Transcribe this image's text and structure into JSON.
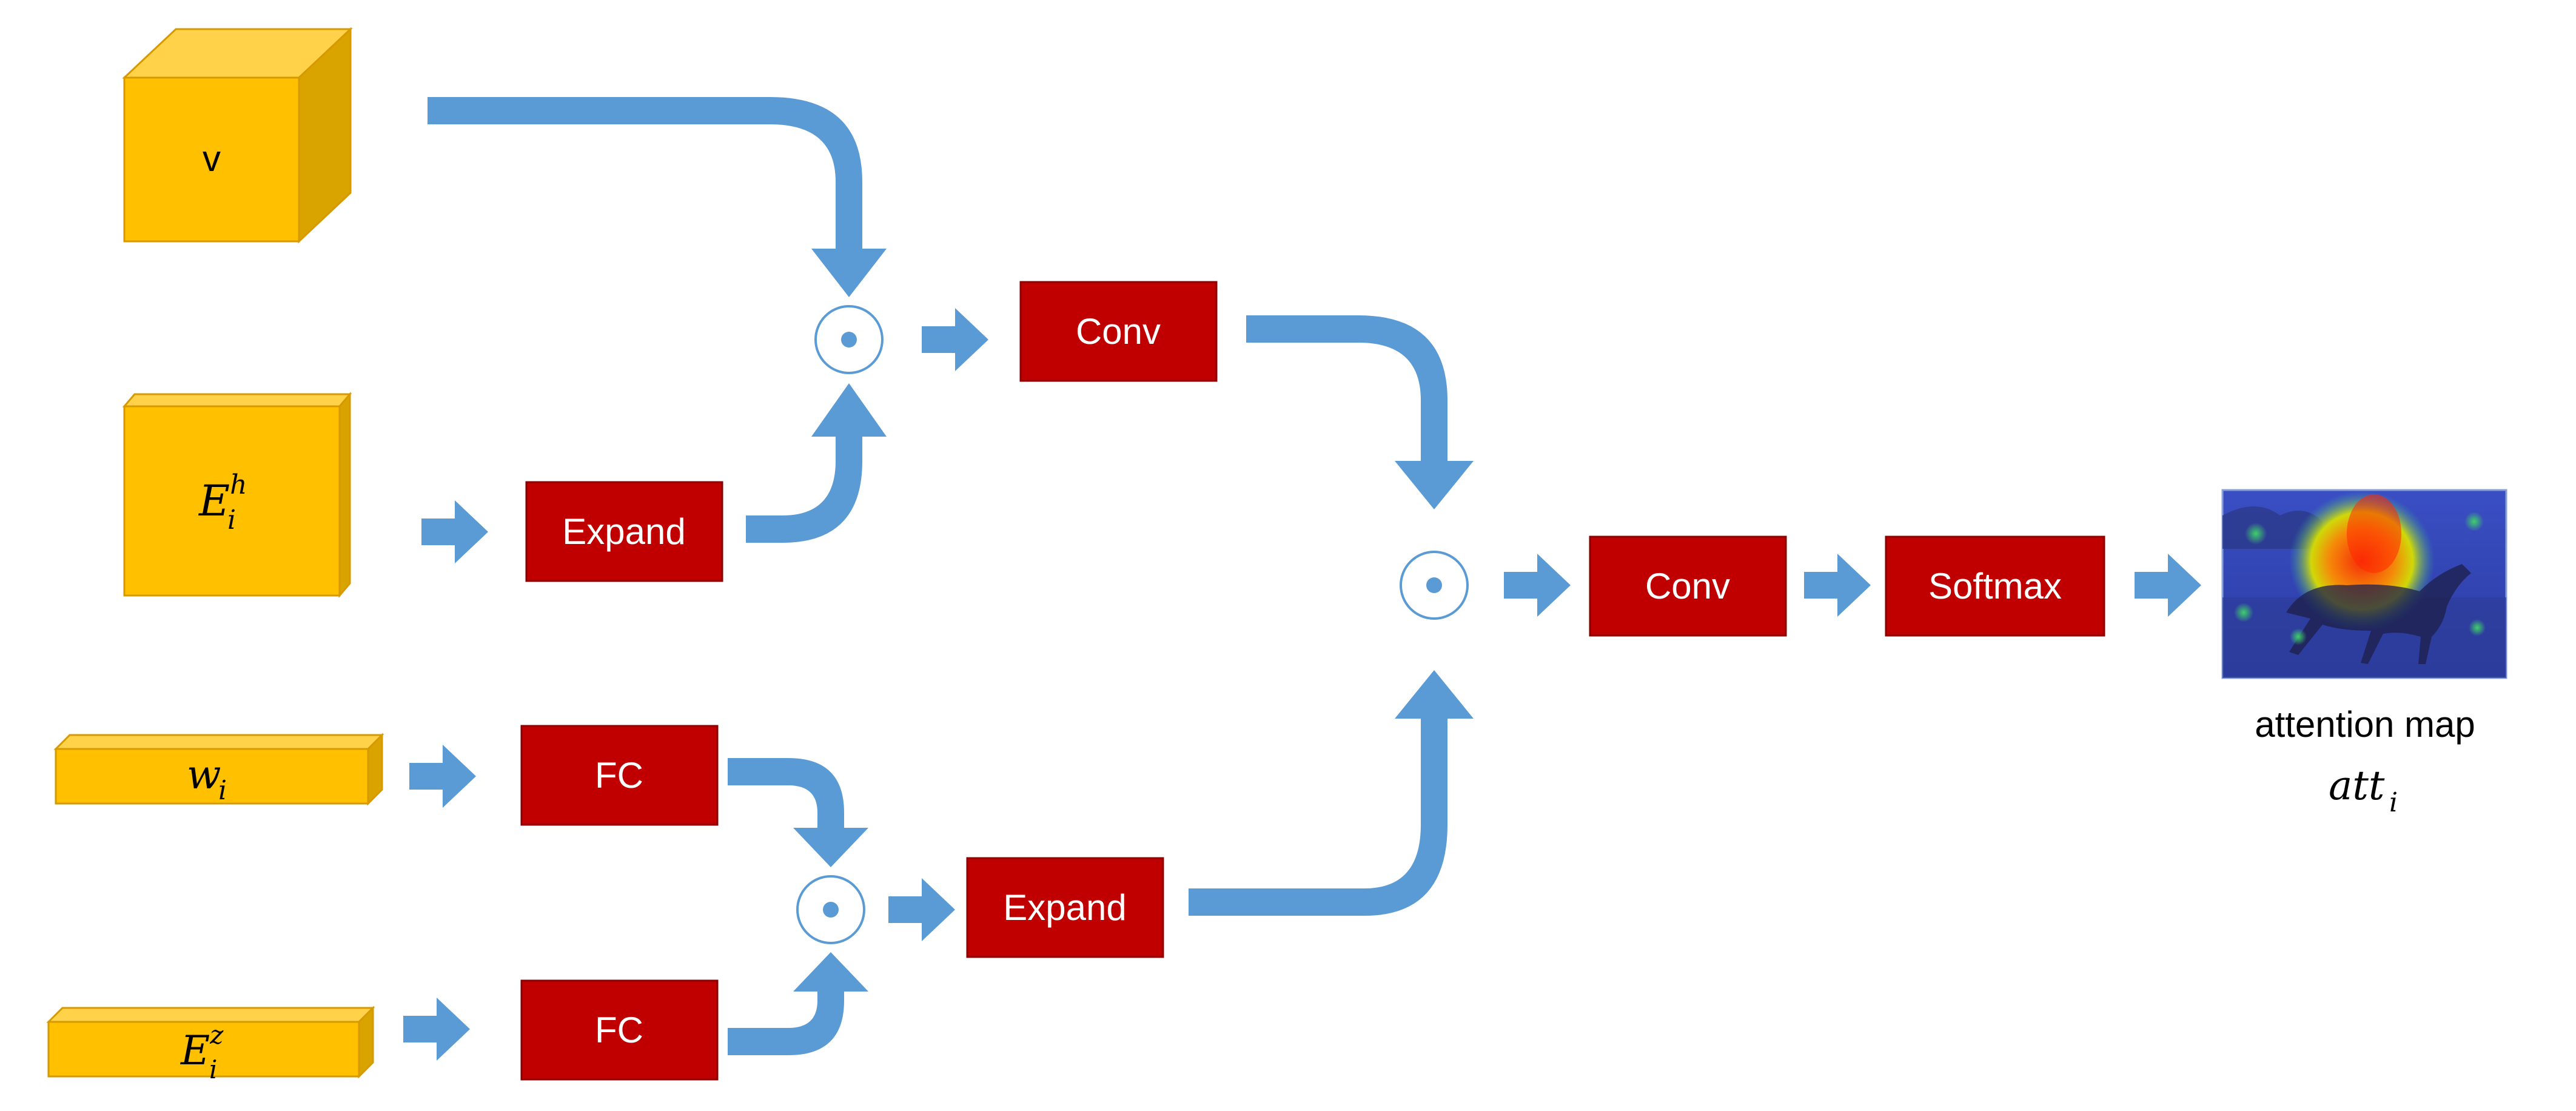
{
  "inputs": {
    "v": {
      "label": "v"
    },
    "e_h": {
      "base": "E",
      "sub": "i",
      "sup": "h"
    },
    "w": {
      "base": "w",
      "sub": "i"
    },
    "e_z": {
      "base": "E",
      "sub": "i",
      "sup": "z"
    }
  },
  "ops": {
    "expand_top": "Expand",
    "conv_top": "Conv",
    "fc_w": "FC",
    "fc_z": "FC",
    "expand_bottom": "Expand",
    "conv_main": "Conv",
    "softmax": "Softmax"
  },
  "output": {
    "caption": "attention map",
    "symbol_base": "att",
    "symbol_sub": "i"
  },
  "colors": {
    "block_front": "#FFC000",
    "block_top": "#FFD24A",
    "block_side": "#D9A300",
    "block_edge": "#D69A00",
    "op_fill": "#C00000",
    "op_edge": "#8B0000",
    "arrow": "#5B9BD5",
    "odot": "#5B9BD5"
  }
}
